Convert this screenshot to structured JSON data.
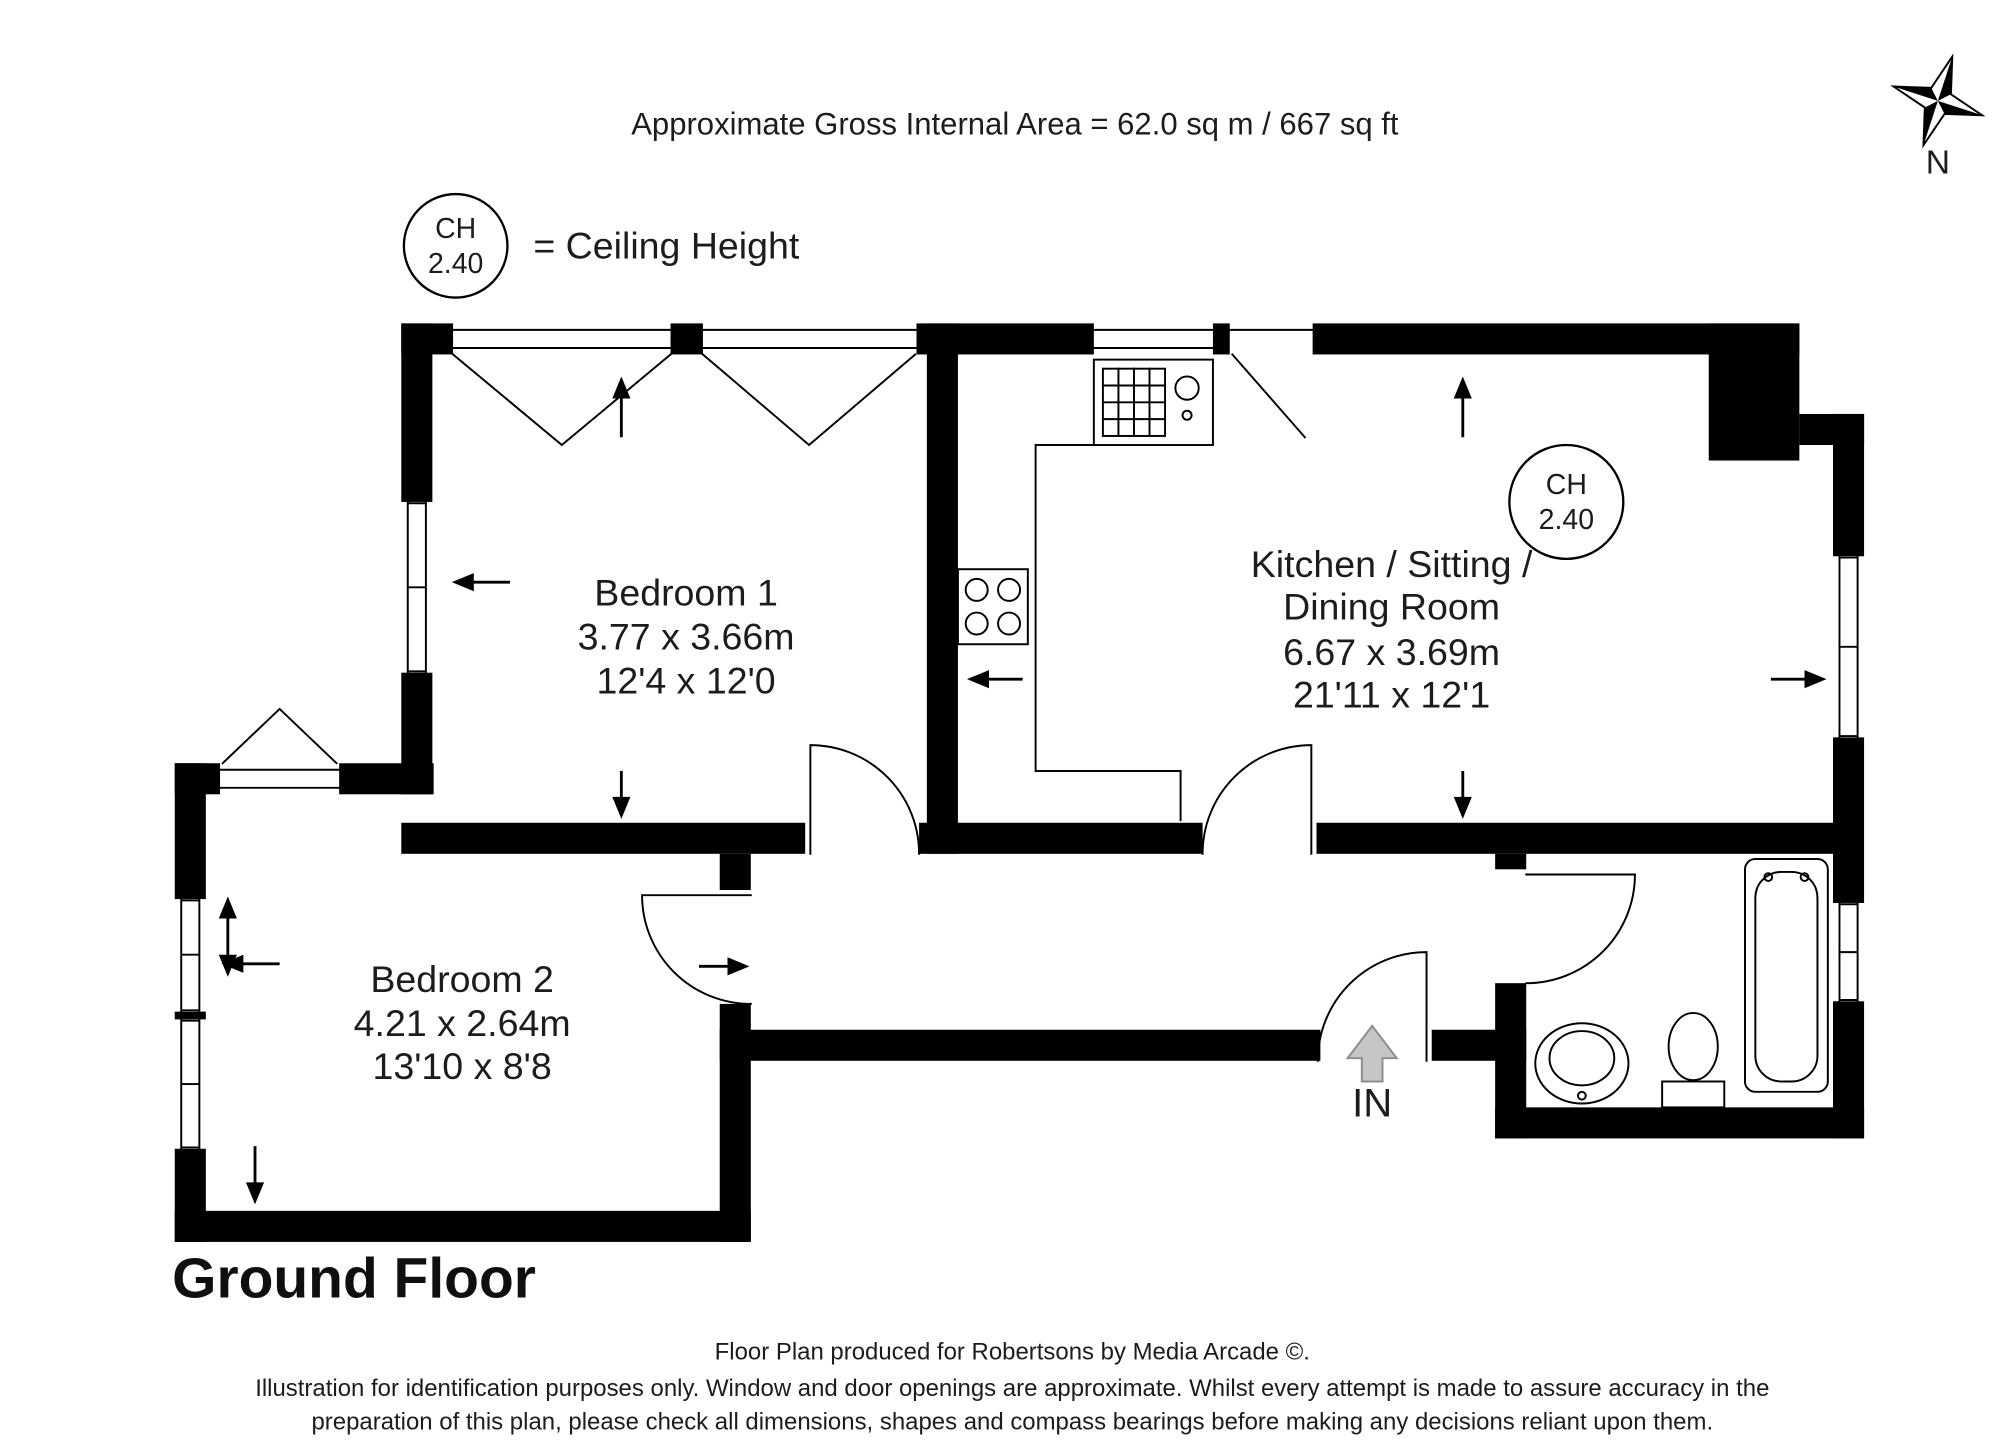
{
  "header": {
    "area_label": "Approximate Gross Internal Area  = 62.0 sq m / 667 sq ft"
  },
  "compass": {
    "north_label": "N"
  },
  "legend": {
    "ch_abbr": "CH",
    "ch_height": "2.40",
    "ch_meaning": "= Ceiling Height"
  },
  "plan": {
    "bedroom1": {
      "name": "Bedroom 1",
      "size_metric": "3.77 x 3.66m",
      "size_imperial": "12'4 x 12'0"
    },
    "kitchen": {
      "name_line1": "Kitchen / Sitting /",
      "name_line2": "Dining Room",
      "size_metric": "6.67 x 3.69m",
      "size_imperial": "21'11 x 12'1",
      "ch_abbr": "CH",
      "ch_height": "2.40"
    },
    "bedroom2": {
      "name": "Bedroom 2",
      "size_metric": "4.21 x 2.64m",
      "size_imperial": "13'10 x 8'8"
    },
    "entrance_label": "IN"
  },
  "floor_title": "Ground Floor",
  "footer": {
    "line1": "Floor Plan produced for Robertsons by Media Arcade ©.",
    "line2": "Illustration for identification purposes only. Window and door openings are approximate. Whilst every attempt is made to assure accuracy in the",
    "line3": "preparation of this plan, please check all dimensions, shapes and compass bearings before making any decisions reliant upon them."
  },
  "colors": {
    "wall": "#000000",
    "text": "#1c1c1c",
    "entrance_arrow": "#c6c6c6"
  }
}
